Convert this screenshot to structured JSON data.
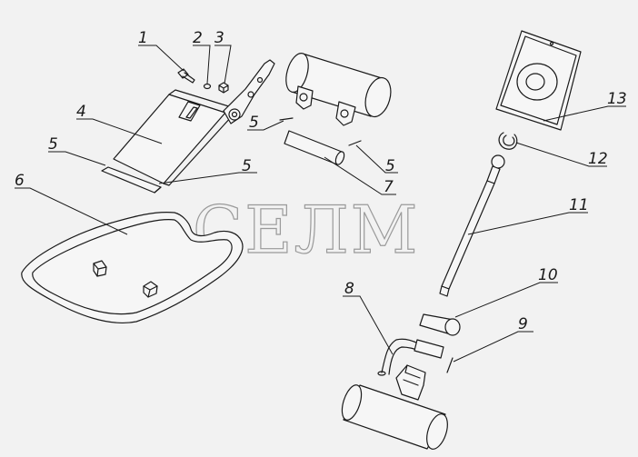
{
  "watermark": "СЕЛМ",
  "callouts": [
    {
      "id": "1",
      "label": "1"
    },
    {
      "id": "2",
      "label": "2"
    },
    {
      "id": "3",
      "label": "3"
    },
    {
      "id": "4",
      "label": "4"
    },
    {
      "id": "5a",
      "label": "5"
    },
    {
      "id": "5b",
      "label": "5"
    },
    {
      "id": "5c",
      "label": "5"
    },
    {
      "id": "5d",
      "label": "5"
    },
    {
      "id": "6",
      "label": "6"
    },
    {
      "id": "7",
      "label": "7"
    },
    {
      "id": "8",
      "label": "8"
    },
    {
      "id": "9",
      "label": "9"
    },
    {
      "id": "10",
      "label": "10"
    },
    {
      "id": "11",
      "label": "11"
    },
    {
      "id": "12",
      "label": "12"
    },
    {
      "id": "13",
      "label": "13"
    }
  ]
}
